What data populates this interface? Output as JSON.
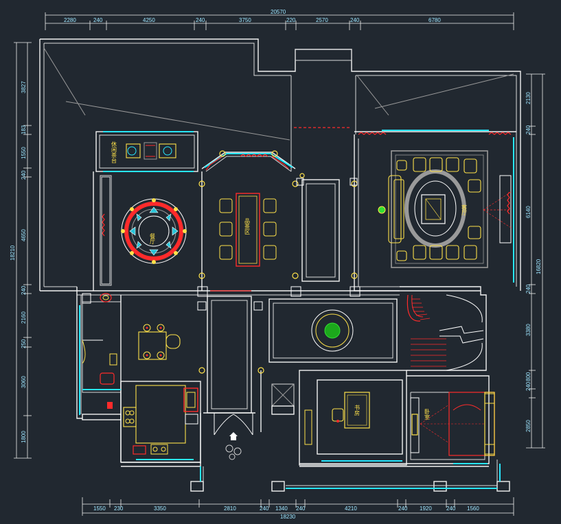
{
  "dimensions": {
    "top_overall": "20570",
    "top_segments": [
      "2280",
      "240",
      "4250",
      "240",
      "3750",
      "220",
      "2570",
      "240",
      "6780"
    ],
    "bottom_segments": [
      "1550",
      "230",
      "3350",
      "2810",
      "240",
      "1340",
      "240",
      "4210",
      "240",
      "1920",
      "240",
      "1560"
    ],
    "bottom_overall": "18230",
    "left_overall": "18210",
    "left_segments": [
      "3827",
      "183",
      "1550",
      "240",
      "4650",
      "240",
      "2160",
      "250",
      "3060",
      "1800"
    ],
    "right_overall": "16820",
    "right_segments": [
      "2130",
      "240",
      "6140",
      "240",
      "3380",
      "800",
      "240",
      "2850"
    ]
  },
  "rooms": {
    "tea_room": "休闲茶台",
    "dining": "餐厅",
    "tea_tasting": "品茶区",
    "living": "客厅",
    "study": "书房",
    "bedroom": "卧室"
  }
}
